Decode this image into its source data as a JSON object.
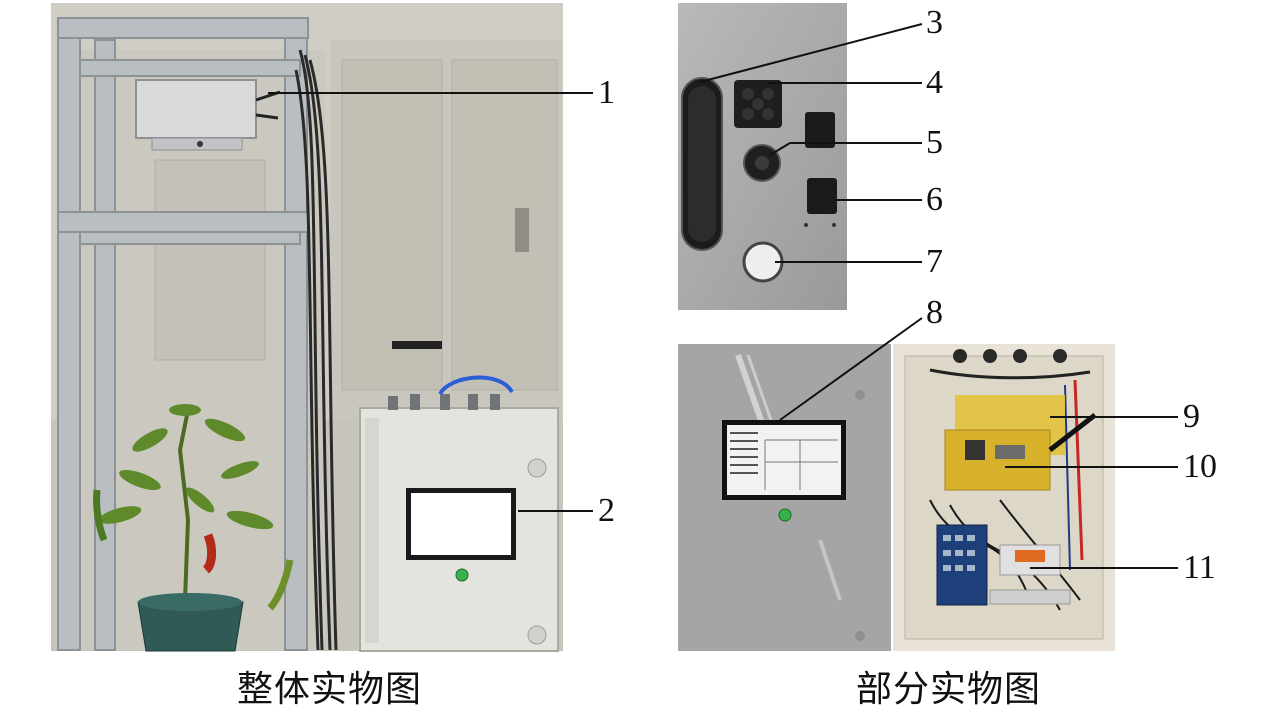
{
  "captions": {
    "left": "整体实物图",
    "right": "部分实物图"
  },
  "labels": [
    "1",
    "2",
    "3",
    "4",
    "5",
    "6",
    "7",
    "8",
    "9",
    "10",
    "11"
  ],
  "colors": {
    "frame_metal": "#b9bec2",
    "wall_cabinet": "#cfcdc4",
    "control_box": "#e4e4df",
    "camera_plate": "#a9aaac",
    "screen_bezel": "#1a1a1a",
    "circuit_gold": "#e2c23a",
    "plant_leaf": "#5f8a2c",
    "pepper_red": "#b32a1a",
    "pot": "#2f5a55"
  }
}
